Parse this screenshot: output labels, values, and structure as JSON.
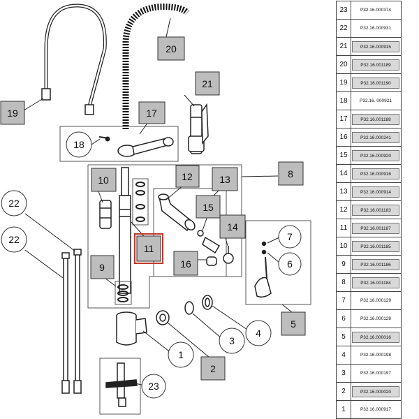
{
  "callouts": {
    "c1": "1",
    "c2": "2",
    "c3": "3",
    "c4": "4",
    "c5": "5",
    "c6": "6",
    "c7": "7",
    "c8": "8",
    "c9": "9",
    "c10": "10",
    "c11": "11",
    "c12": "12",
    "c13": "13",
    "c14": "14",
    "c15": "15",
    "c16": "16",
    "c17": "17",
    "c18": "18",
    "c19": "19",
    "c20": "20",
    "c21": "21",
    "c22a": "22",
    "c22b": "22",
    "c23": "23"
  },
  "highlight_color": "#c0392b",
  "label_fill": "#bdbdbd",
  "parts_table": [
    {
      "num": "23",
      "code": "P32.16.000374",
      "shaded": false
    },
    {
      "num": "22",
      "code": "P32.16.000931",
      "shaded": false
    },
    {
      "num": "21",
      "code": "P32.16.000915",
      "shaded": true
    },
    {
      "num": "20",
      "code": "P32.16.001189",
      "shaded": true
    },
    {
      "num": "19",
      "code": "P32.16.001190",
      "shaded": true
    },
    {
      "num": "18",
      "code": "P32.16. 000921",
      "shaded": false
    },
    {
      "num": "17",
      "code": "P32.16.001188",
      "shaded": true
    },
    {
      "num": "16",
      "code": "P32.16.000241",
      "shaded": true
    },
    {
      "num": "15",
      "code": "P32.16.000920",
      "shaded": true
    },
    {
      "num": "14",
      "code": "P32.16.000916",
      "shaded": true
    },
    {
      "num": "13",
      "code": "P32.16.000914",
      "shaded": true
    },
    {
      "num": "12",
      "code": "P32.16.001183",
      "shaded": true
    },
    {
      "num": "11",
      "code": "P32.16.001187",
      "shaded": true
    },
    {
      "num": "10",
      "code": "P32.16.001185",
      "shaded": true
    },
    {
      "num": "9",
      "code": "P32.16.001186",
      "shaded": true
    },
    {
      "num": "8",
      "code": "P32.16.001184",
      "shaded": true
    },
    {
      "num": "7",
      "code": "P32.16.000129",
      "shaded": false
    },
    {
      "num": "6",
      "code": "P32.16.000128",
      "shaded": false
    },
    {
      "num": "5",
      "code": "P32.16.000016",
      "shaded": true
    },
    {
      "num": "4",
      "code": "P32.16.000198",
      "shaded": false
    },
    {
      "num": "3",
      "code": "P32.16.000197",
      "shaded": false
    },
    {
      "num": "2",
      "code": "P32.16.000020",
      "shaded": true
    },
    {
      "num": "1",
      "code": "P32.16.000917",
      "shaded": false
    }
  ]
}
